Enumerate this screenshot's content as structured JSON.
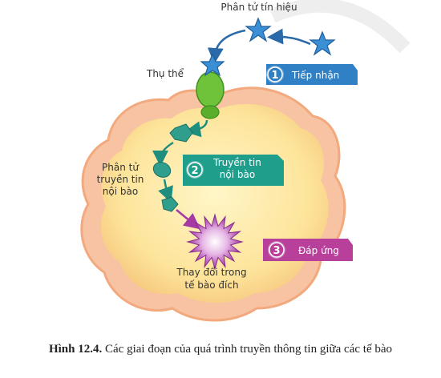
{
  "labels": {
    "signal_molecule": "Phân tử tín hiệu",
    "receptor": "Thụ thể",
    "second_messenger_1": "Phân tử",
    "second_messenger_2": "truyền tin",
    "second_messenger_3": "nội bào",
    "target_cell_change_1": "Thay đổi trong",
    "target_cell_change_2": "tế bào đích"
  },
  "steps": [
    {
      "number": "1",
      "label": "Tiếp nhận",
      "color": "#2f80c4"
    },
    {
      "number": "2",
      "label_line1": "Truyền tin",
      "label_line2": "nội bào",
      "color": "#1f9e8c"
    },
    {
      "number": "3",
      "label": "Đáp ứng",
      "color": "#b8409a"
    }
  ],
  "caption": {
    "figure": "Hình 12.4.",
    "text": "Các giai đoạn của quá trình truyền thông tin giữa các tế bào"
  },
  "colors": {
    "cell_inner": "#fbe9a6",
    "cell_outer": "#f7c3a3",
    "cell_border": "#f2a97d",
    "signal_star": "#3b8fd4",
    "receptor": "#6fc33b",
    "messenger": "#2f9e8c",
    "response_burst": "#a53aa5"
  }
}
